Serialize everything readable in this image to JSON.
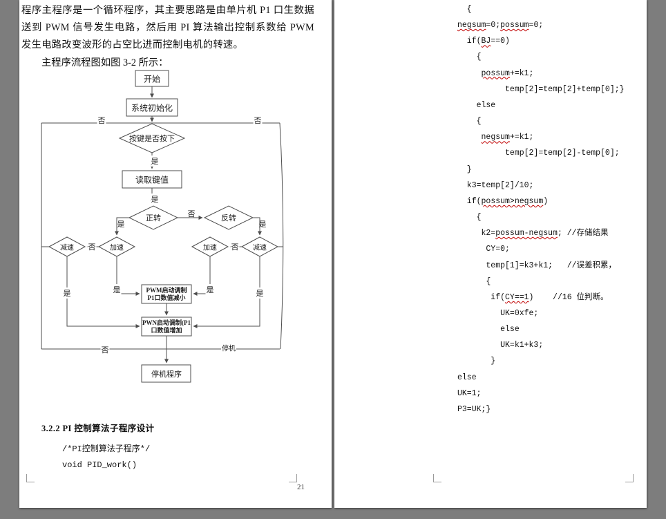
{
  "left_page": {
    "para1": "程序主程序是一个循环程序，其主要思路是由单片机 P1 口生数据送到 PWM 信号发生电路，然后用 PI 算法输出控制系数给 PWM 发生电路改变波形的占空比进而控制电机的转速。",
    "para2": "主程序流程图如图 3-2 所示：",
    "flowchart": {
      "start": "开始",
      "init": "系统初始化",
      "key_check": "按键是否按下",
      "read_key": "读取键值",
      "forward": "正转",
      "reverse": "反转",
      "decel": "减速",
      "accel": "加速",
      "pwm_decrease_line1": "PWM启动调制",
      "pwm_decrease_line2": "P1口数值减小",
      "pwm_increase_line1": "PWN启动调制(P1",
      "pwm_increase_line2": "口数值增加",
      "stop": "停机",
      "stop_routine": "停机程序",
      "yes": "是",
      "no": "否"
    },
    "section_heading": "3.2.2 PI 控制算法子程序设计",
    "code_comment": "/*PI控制算法子程序*/",
    "code_declaration": "void PID_work()",
    "page_number": "21"
  },
  "right_page": {
    "code_lines": [
      {
        "segs": [
          {
            "t": "  {"
          }
        ]
      },
      {
        "segs": [
          {
            "t": "negsum",
            "sq": true
          },
          {
            "t": "=0;"
          },
          {
            "t": "possum",
            "sq": true
          },
          {
            "t": "=0;"
          }
        ]
      },
      {
        "segs": [
          {
            "t": "  if("
          },
          {
            "t": "BJ",
            "sq": true
          },
          {
            "t": "==0)"
          }
        ]
      },
      {
        "segs": [
          {
            "t": "    {"
          }
        ]
      },
      {
        "segs": [
          {
            "t": "     "
          },
          {
            "t": "possum",
            "sq": true
          },
          {
            "t": "+=k1;"
          }
        ]
      },
      {
        "segs": [
          {
            "t": "          temp[2]=temp[2]+temp[0];}"
          }
        ]
      },
      {
        "segs": [
          {
            "t": "    else"
          }
        ]
      },
      {
        "segs": [
          {
            "t": "    {"
          }
        ]
      },
      {
        "segs": [
          {
            "t": "     "
          },
          {
            "t": "negsum",
            "sq": true
          },
          {
            "t": "+=k1;"
          }
        ]
      },
      {
        "segs": [
          {
            "t": "          temp[2]=temp[2]-temp[0];"
          }
        ]
      },
      {
        "segs": [
          {
            "t": "  }"
          }
        ]
      },
      {
        "segs": [
          {
            "t": "  k3=temp[2]/10;"
          }
        ]
      },
      {
        "segs": [
          {
            "t": "  if("
          },
          {
            "t": "possum>negsum",
            "sq": true
          },
          {
            "t": ")"
          }
        ]
      },
      {
        "segs": [
          {
            "t": "    {"
          }
        ]
      },
      {
        "segs": [
          {
            "t": "     k2="
          },
          {
            "t": "possum-negsum",
            "sq": true
          },
          {
            "t": "; //存储结果"
          }
        ]
      },
      {
        "segs": [
          {
            "t": "      CY=0;"
          }
        ]
      },
      {
        "segs": [
          {
            "t": "      temp[1]=k3+k1;   //误差积累，"
          }
        ]
      },
      {
        "segs": [
          {
            "t": "      {"
          }
        ]
      },
      {
        "segs": [
          {
            "t": "       if("
          },
          {
            "t": "CY==1",
            "sq": true
          },
          {
            "t": ")    //16 位判断。"
          }
        ]
      },
      {
        "segs": [
          {
            "t": "         UK=0xfe;"
          }
        ]
      },
      {
        "segs": [
          {
            "t": "         else"
          }
        ]
      },
      {
        "segs": [
          {
            "t": "         UK=k1+k3;"
          }
        ]
      },
      {
        "segs": [
          {
            "t": "       }"
          }
        ]
      },
      {
        "segs": [
          {
            "t": "else"
          }
        ]
      },
      {
        "segs": [
          {
            "t": "UK=1;"
          }
        ]
      },
      {
        "segs": [
          {
            "t": "P3=UK;}"
          }
        ]
      }
    ]
  }
}
